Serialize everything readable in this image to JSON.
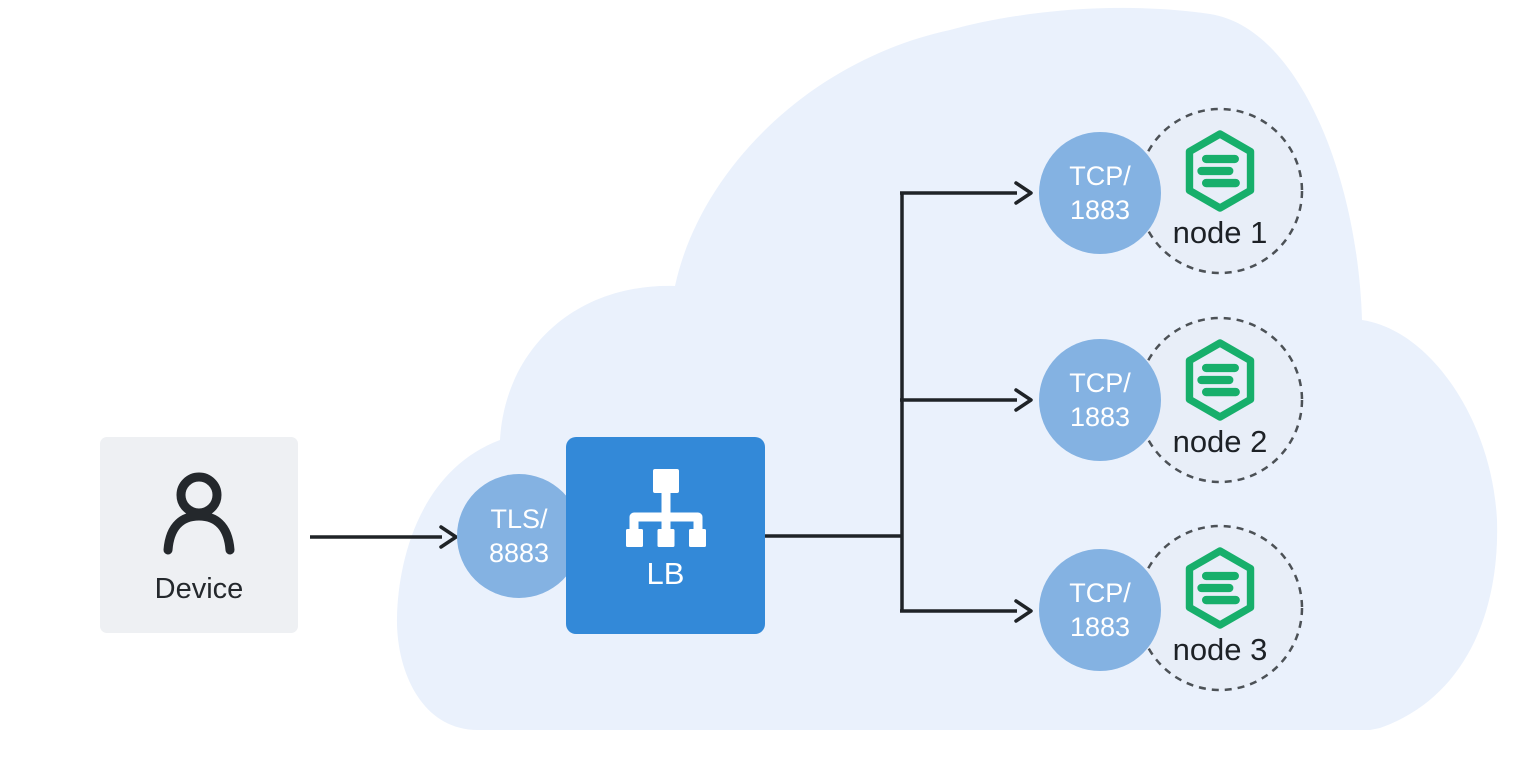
{
  "diagram": {
    "device": {
      "label": "Device",
      "icon": "person-icon"
    },
    "ingress_port": {
      "line1": "TLS/",
      "line2": "8883"
    },
    "load_balancer": {
      "label": "LB",
      "icon": "sitemap-icon"
    },
    "cluster": {
      "nodes": [
        {
          "label": "node 1",
          "port_line1": "TCP/",
          "port_line2": "1883",
          "icon": "emqx-hexagon-icon"
        },
        {
          "label": "node 2",
          "port_line1": "TCP/",
          "port_line2": "1883",
          "icon": "emqx-hexagon-icon"
        },
        {
          "label": "node 3",
          "port_line1": "TCP/",
          "port_line2": "1883",
          "icon": "emqx-hexagon-icon"
        }
      ]
    },
    "colors": {
      "lb_blue": "#3389d8",
      "port_badge_blue": "#84b2e2",
      "cloud_fill": "#eaf1fc",
      "node_circle_fill": "#e8eef8",
      "node_ring_dash": "#4c5156",
      "brand_green": "#17af6b",
      "connector_line": "#1f2327",
      "device_box_bg": "#eef0f3",
      "text_dark": "#1d2126"
    }
  }
}
